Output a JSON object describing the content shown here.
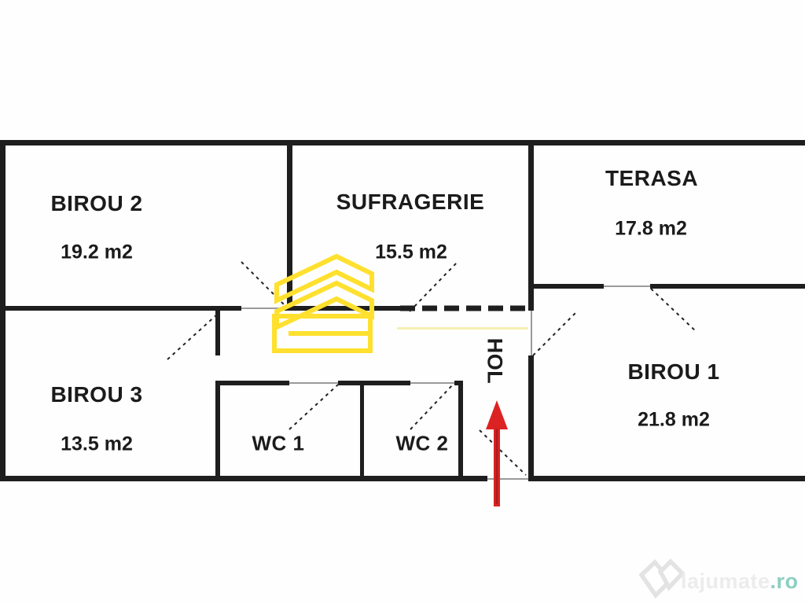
{
  "image": {
    "type": "floor-plan"
  },
  "rooms": [
    {
      "id": "birou2",
      "name": "BIROU 2",
      "area": "19.2 m2"
    },
    {
      "id": "sufragerie",
      "name": "SUFRAGERIE",
      "area": "15.5 m2"
    },
    {
      "id": "terasa",
      "name": "TERASA",
      "area": "17.8 m2"
    },
    {
      "id": "birou3",
      "name": "BIROU 3",
      "area": "13.5 m2"
    },
    {
      "id": "wc1",
      "name": "WC 1"
    },
    {
      "id": "wc2",
      "name": "WC 2"
    },
    {
      "id": "hol",
      "name": "HOL"
    },
    {
      "id": "birou1",
      "name": "BIROU 1",
      "area": "21.8 m2"
    }
  ],
  "watermark": {
    "brand": "lajumate",
    "tld": ".ro"
  },
  "colors": {
    "wall": "#1e1e1e",
    "door_dash": "#222222",
    "arrow_red": "#dc2323",
    "logo_yellow": "#ffe02e",
    "underline_yellow": "#f6f0b4",
    "watermark_gray": "#ececec",
    "watermark_teal": "#8ccfc0"
  }
}
